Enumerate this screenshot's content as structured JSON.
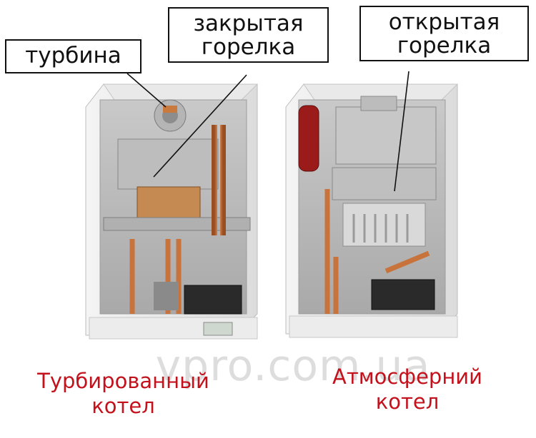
{
  "labels": {
    "turbine": "турбина",
    "closed_burner": [
      "закрытая",
      "горелка"
    ],
    "open_burner": [
      "открытая",
      "горелка"
    ]
  },
  "captions": {
    "left": [
      "Турбированный",
      "котел"
    ],
    "right": [
      "Атмосферний",
      "котел"
    ]
  },
  "watermark": "vpro.com.ua",
  "colors": {
    "caption": "#c4121d",
    "pipe_copper": "#c8733b",
    "burner_orange": "#e08a3a",
    "expansion_tank_red": "#9b1b1b"
  }
}
